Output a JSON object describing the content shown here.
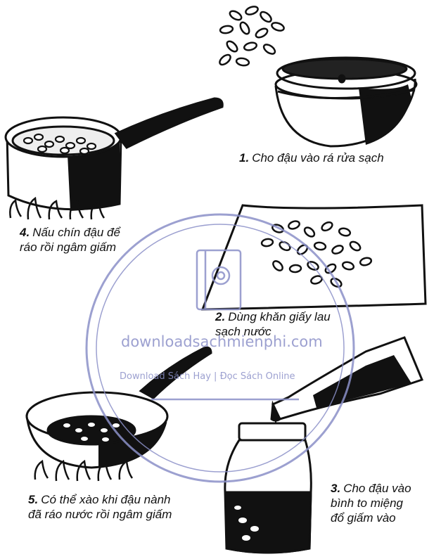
{
  "steps": [
    {
      "number": "1.",
      "lines": [
        "Cho đậu vào rá rửa sạch"
      ]
    },
    {
      "number": "2.",
      "lines": [
        "Dùng khăn giấy lau",
        "sạch nước"
      ]
    },
    {
      "number": "3.",
      "lines": [
        "Cho đậu vào",
        "bình to miệng",
        "đổ giấm vào"
      ]
    },
    {
      "number": "4.",
      "lines": [
        "Nấu chín đậu để",
        "ráo rồi ngâm giấm"
      ]
    },
    {
      "number": "5.",
      "lines": [
        "Có thể xào khi đậu nành",
        "đã ráo nước rồi ngâm giấm"
      ]
    }
  ],
  "watermark": {
    "site": "downloadsachmienphi.com",
    "tagline": "Download Sách Hay | Đọc Sách Online",
    "color": "#8b90c8"
  }
}
